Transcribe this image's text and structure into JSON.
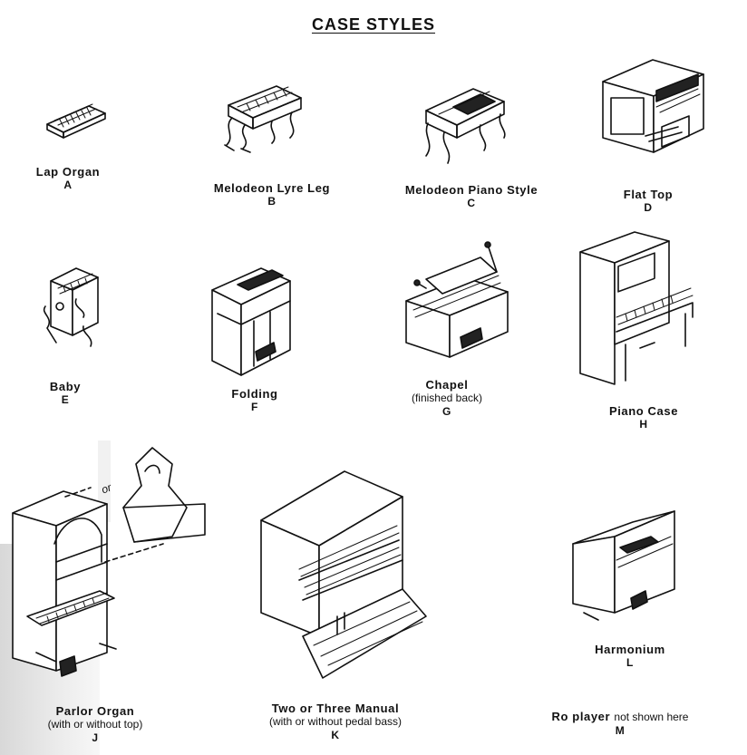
{
  "title": "CASE STYLES",
  "styles": [
    {
      "name": "Lap Organ",
      "letter": "A"
    },
    {
      "name": "Melodeon Lyre Leg",
      "letter": "B"
    },
    {
      "name": "Melodeon Piano Style",
      "letter": "C"
    },
    {
      "name": "Flat Top",
      "letter": "D"
    },
    {
      "name": "Baby",
      "letter": "E"
    },
    {
      "name": "Folding",
      "letter": "F"
    },
    {
      "name": "Chapel",
      "sub": "(finished back)",
      "letter": "G"
    },
    {
      "name": "Piano Case",
      "letter": "H"
    },
    {
      "name": "Parlor Organ",
      "sub": "(with or without top)",
      "letter": "J"
    },
    {
      "name": "Two or Three Manual",
      "sub": "(with or without pedal bass)",
      "letter": "K"
    },
    {
      "name": "Harmonium",
      "letter": "L"
    },
    {
      "name": "Ro player",
      "note": "not shown here",
      "letter": "M"
    }
  ],
  "annotations": {
    "or_label": "or"
  }
}
